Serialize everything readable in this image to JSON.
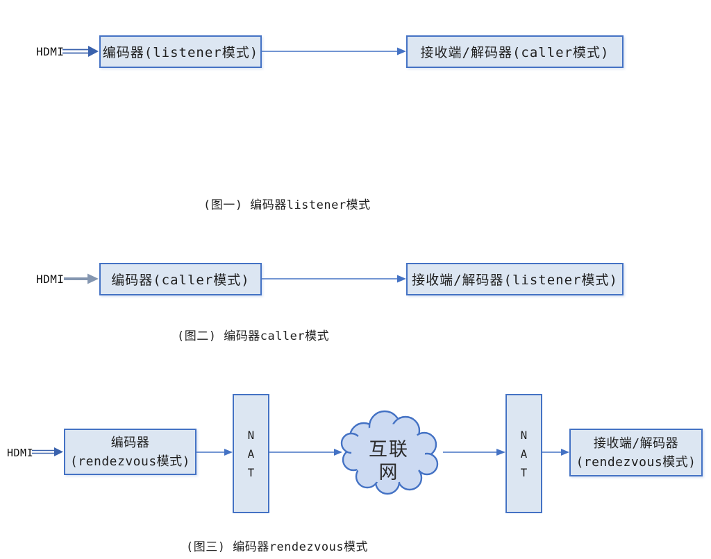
{
  "colors": {
    "box_fill": "#dce6f2",
    "box_border": "#4472c4",
    "connector_blue": "#4472c4",
    "hdmi_double_arrow_blue": "#3a62ad",
    "hdmi_solid_arrow_gray": "#8496b0",
    "cloud_fill": "#ccdaf2",
    "text": "#1f1f1f"
  },
  "fig1": {
    "hdmi": "HDMI",
    "encoder": "编码器(listener模式)",
    "receiver": "接收端/解码器(caller模式)",
    "caption": "(图一) 编码器listener模式"
  },
  "fig2": {
    "hdmi": "HDMI",
    "encoder": "编码器(caller模式)",
    "receiver": "接收端/解码器(listener模式)",
    "caption": "(图二) 编码器caller模式"
  },
  "fig3": {
    "hdmi": "HDMI",
    "encoder_line1": "编码器",
    "encoder_line2": "(rendezvous模式)",
    "nat": {
      "n": "N",
      "a": "A",
      "t": "T"
    },
    "cloud_line1": "互联",
    "cloud_line2": "网",
    "receiver_line1": "接收端/解码器",
    "receiver_line2": "(rendezvous模式)",
    "caption": "(图三) 编码器rendezvous模式"
  }
}
